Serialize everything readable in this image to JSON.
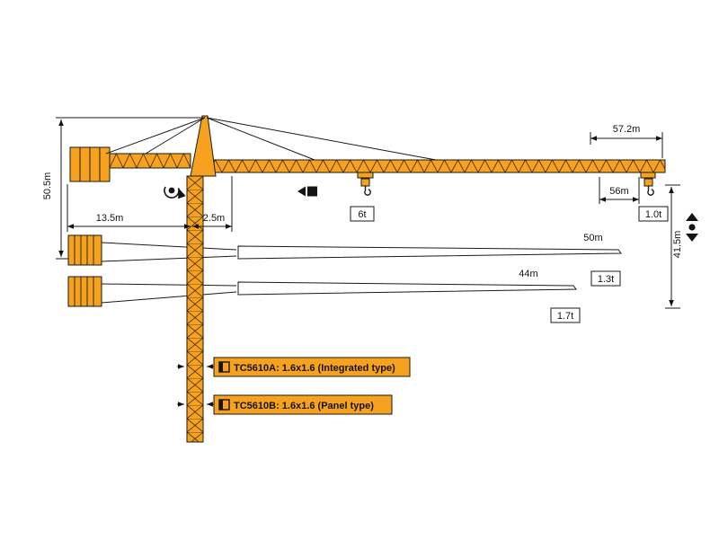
{
  "colors": {
    "crane_orange": "#F6A21E",
    "outline": "#1A1A1A",
    "background": "#FFFFFF"
  },
  "dimensions": {
    "total_jib": "57.2m",
    "jib_56": "56m",
    "tower_height": "50.5m",
    "counter_jib": "13.5m",
    "jib_root_offset": "2.5m",
    "lift_height": "41.5m",
    "jib_50": "50m",
    "jib_44": "44m"
  },
  "loads": {
    "mid_load": "6t",
    "tip_load_56": "1.0t",
    "tip_load_50": "1.3t",
    "tip_load_44": "1.7t"
  },
  "models": {
    "a": "TC5610A: 1.6x1.6 (Integrated type)",
    "b": "TC5610B: 1.6x1.6 (Panel type)"
  },
  "icons": {
    "slewing": "slewing-rotation-icon",
    "trolley": "trolley-travel-icon",
    "hoist": "hook-hoisting-icon",
    "mast_section": "mast-section-icon"
  }
}
